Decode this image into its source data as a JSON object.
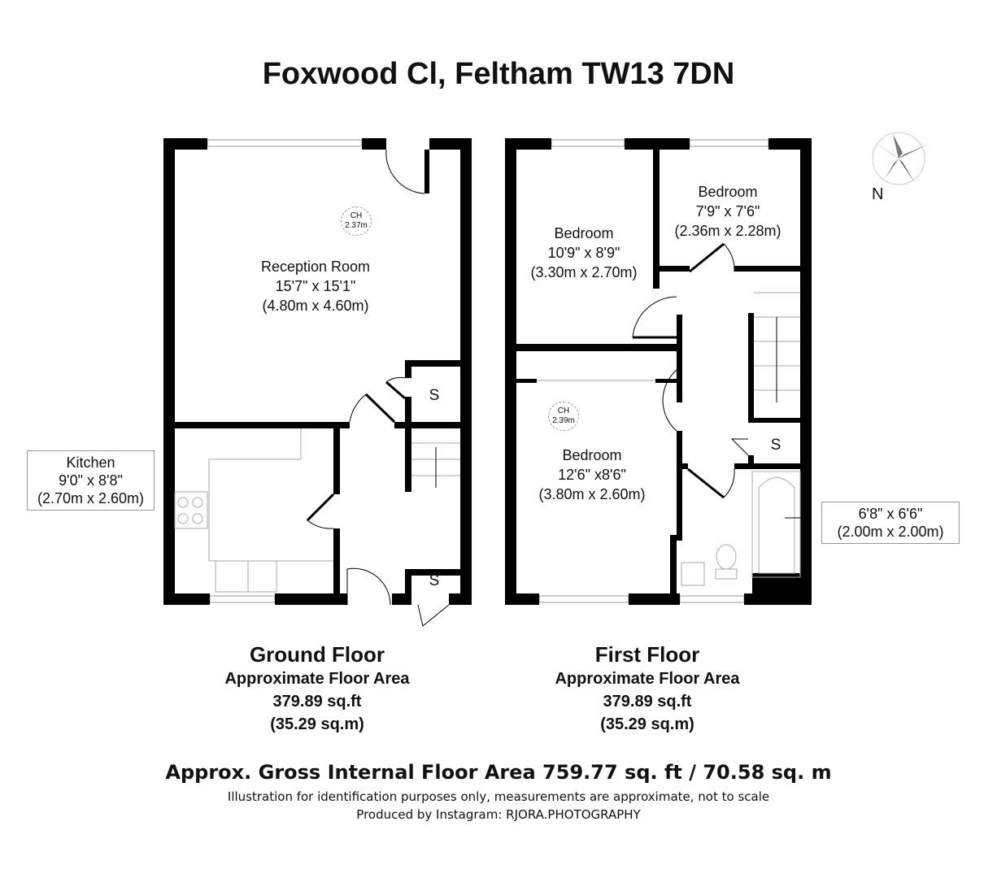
{
  "title": "Foxwood Cl, Feltham TW13 7DN",
  "compass": {
    "label": "N"
  },
  "ground_floor": {
    "reception": {
      "name": "Reception Room",
      "imperial": "15'7\" x 15'1\"",
      "metric": "(4.80m x 4.60m)"
    },
    "ceiling": {
      "label": "CH",
      "value": "2.37m"
    },
    "kitchen": {
      "name": "Kitchen",
      "imperial": "9'0\" x 8'8\"",
      "metric": "(2.70m x 2.60m)"
    },
    "storage_labels": [
      "S",
      "S"
    ],
    "heading": "Ground Floor",
    "area_label": "Approximate Floor Area",
    "area_sqft": "379.89 sq.ft",
    "area_sqm": "(35.29 sq.m)"
  },
  "first_floor": {
    "bedroom1": {
      "name": "Bedroom",
      "imperial": "10'9\" x 8'9\"",
      "metric": "(3.30m x 2.70m)"
    },
    "bedroom2": {
      "name": "Bedroom",
      "imperial": "7'9\" x 7'6\"",
      "metric": "(2.36m x 2.28m)"
    },
    "bedroom3": {
      "name": "Bedroom",
      "imperial": "12'6\" x8'6\"",
      "metric": "(3.80m x 2.60m)"
    },
    "ceiling": {
      "label": "CH",
      "value": "2.39m"
    },
    "bathroom": {
      "imperial": "6'8\" x 6'6\"",
      "metric": "(2.00m x 2.00m)"
    },
    "storage_label": "S",
    "heading": "First Floor",
    "area_label": "Approximate Floor Area",
    "area_sqft": "379.89 sq.ft",
    "area_sqm": "(35.29 sq.m)"
  },
  "footer": {
    "gross": "Approx. Gross Internal Floor Area 759.77 sq. ft / 70.58 sq. m",
    "disclaimer": "Illustration for identification purposes only, measurements are approximate, not to scale",
    "credit": "Produced by Instagram: RJORA.PHOTOGRAPHY"
  }
}
